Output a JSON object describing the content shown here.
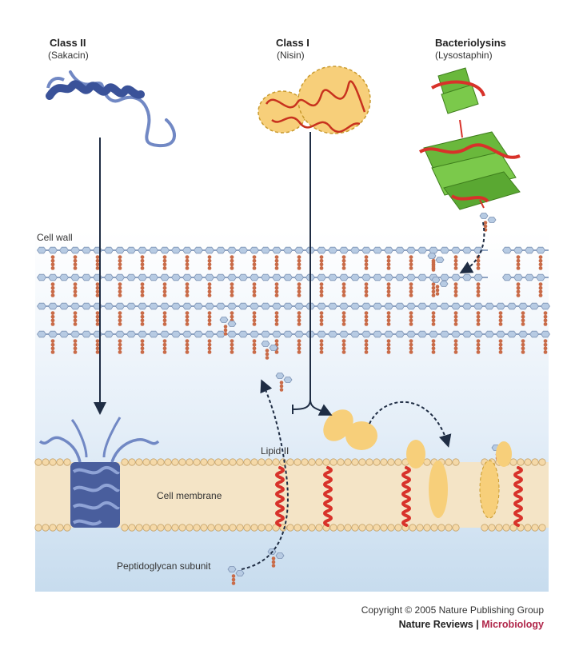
{
  "labels": {
    "class2_title": "Class II",
    "class2_sub": "(Sakacin)",
    "class1_title": "Class I",
    "class1_sub": "(Nisin)",
    "bacteriolysins_title": "Bacteriolysins",
    "bacteriolysins_sub": "(Lysostaphin)",
    "cell_wall": "Cell wall",
    "lipid2": "Lipid II",
    "cell_membrane": "Cell membrane",
    "peptidoglycan_subunit": "Peptidoglycan subunit"
  },
  "footer": {
    "copyright": "Copyright © 2005 Nature Publishing Group",
    "journal": "Nature Reviews",
    "separator": " | ",
    "subject": "Microbiology"
  },
  "colors": {
    "helix_blue": "#4a64a8",
    "nisin_fill": "#f7cf7a",
    "nisin_line": "#c8321e",
    "sheet_green": "#6ab83c",
    "helix_red": "#d8322a",
    "membrane_fill": "#f4e4c6",
    "lipid_head": "#f5d9a8",
    "sugar_blue": "#b7cbe3",
    "peptide_brown": "#c96b48",
    "journal_accent": "#b0264a"
  }
}
